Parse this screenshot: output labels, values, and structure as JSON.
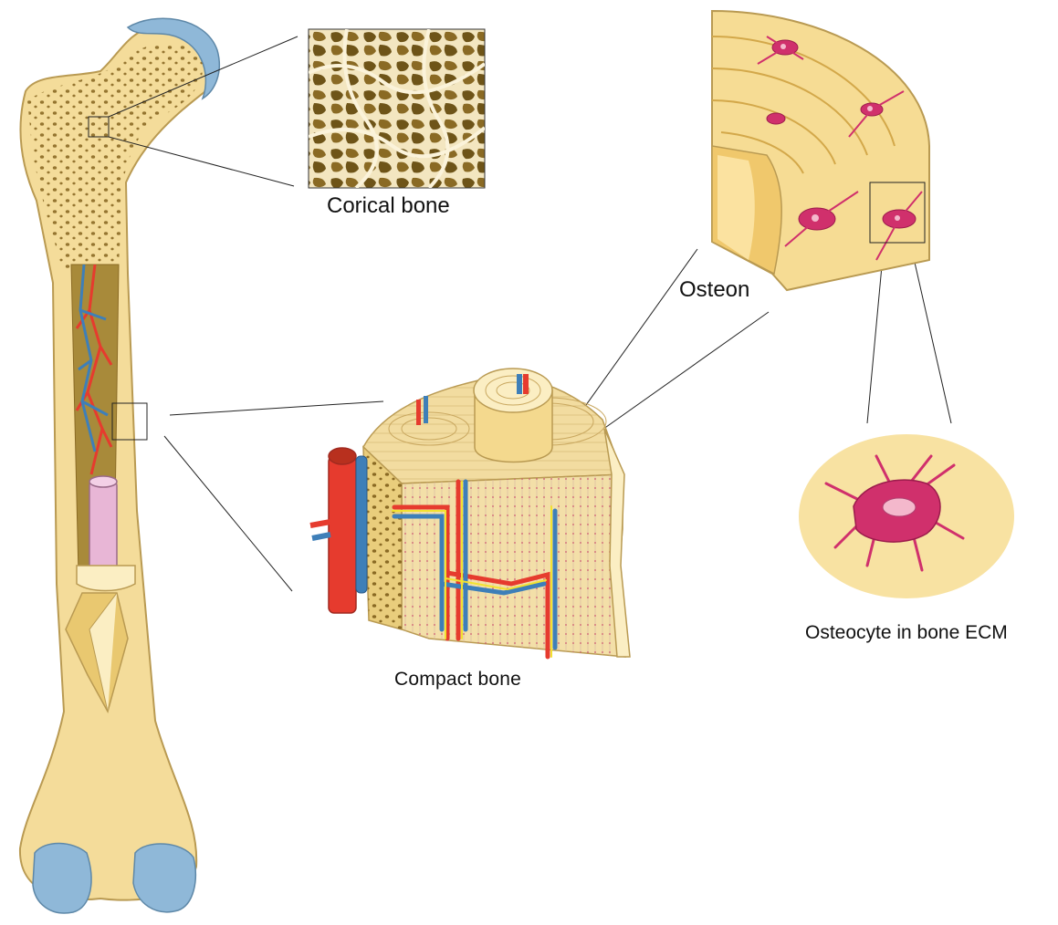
{
  "labels": {
    "cortical": "Corical bone",
    "osteon": "Osteon",
    "compact": "Compact  bone",
    "osteocyte": "Osteocyte in bone ECM"
  },
  "colors": {
    "bone": "#f4dc9a",
    "bone_light": "#fbeec3",
    "bone_outline": "#b99a52",
    "cartilage": "#8fb8d8",
    "artery": "#e63b2e",
    "vein": "#3e7fb8",
    "nerve": "#f2e230",
    "osteocyte": "#d0306c",
    "marrow_pore": "#8a6a24",
    "medullary_rod": "#e8b6d6"
  }
}
